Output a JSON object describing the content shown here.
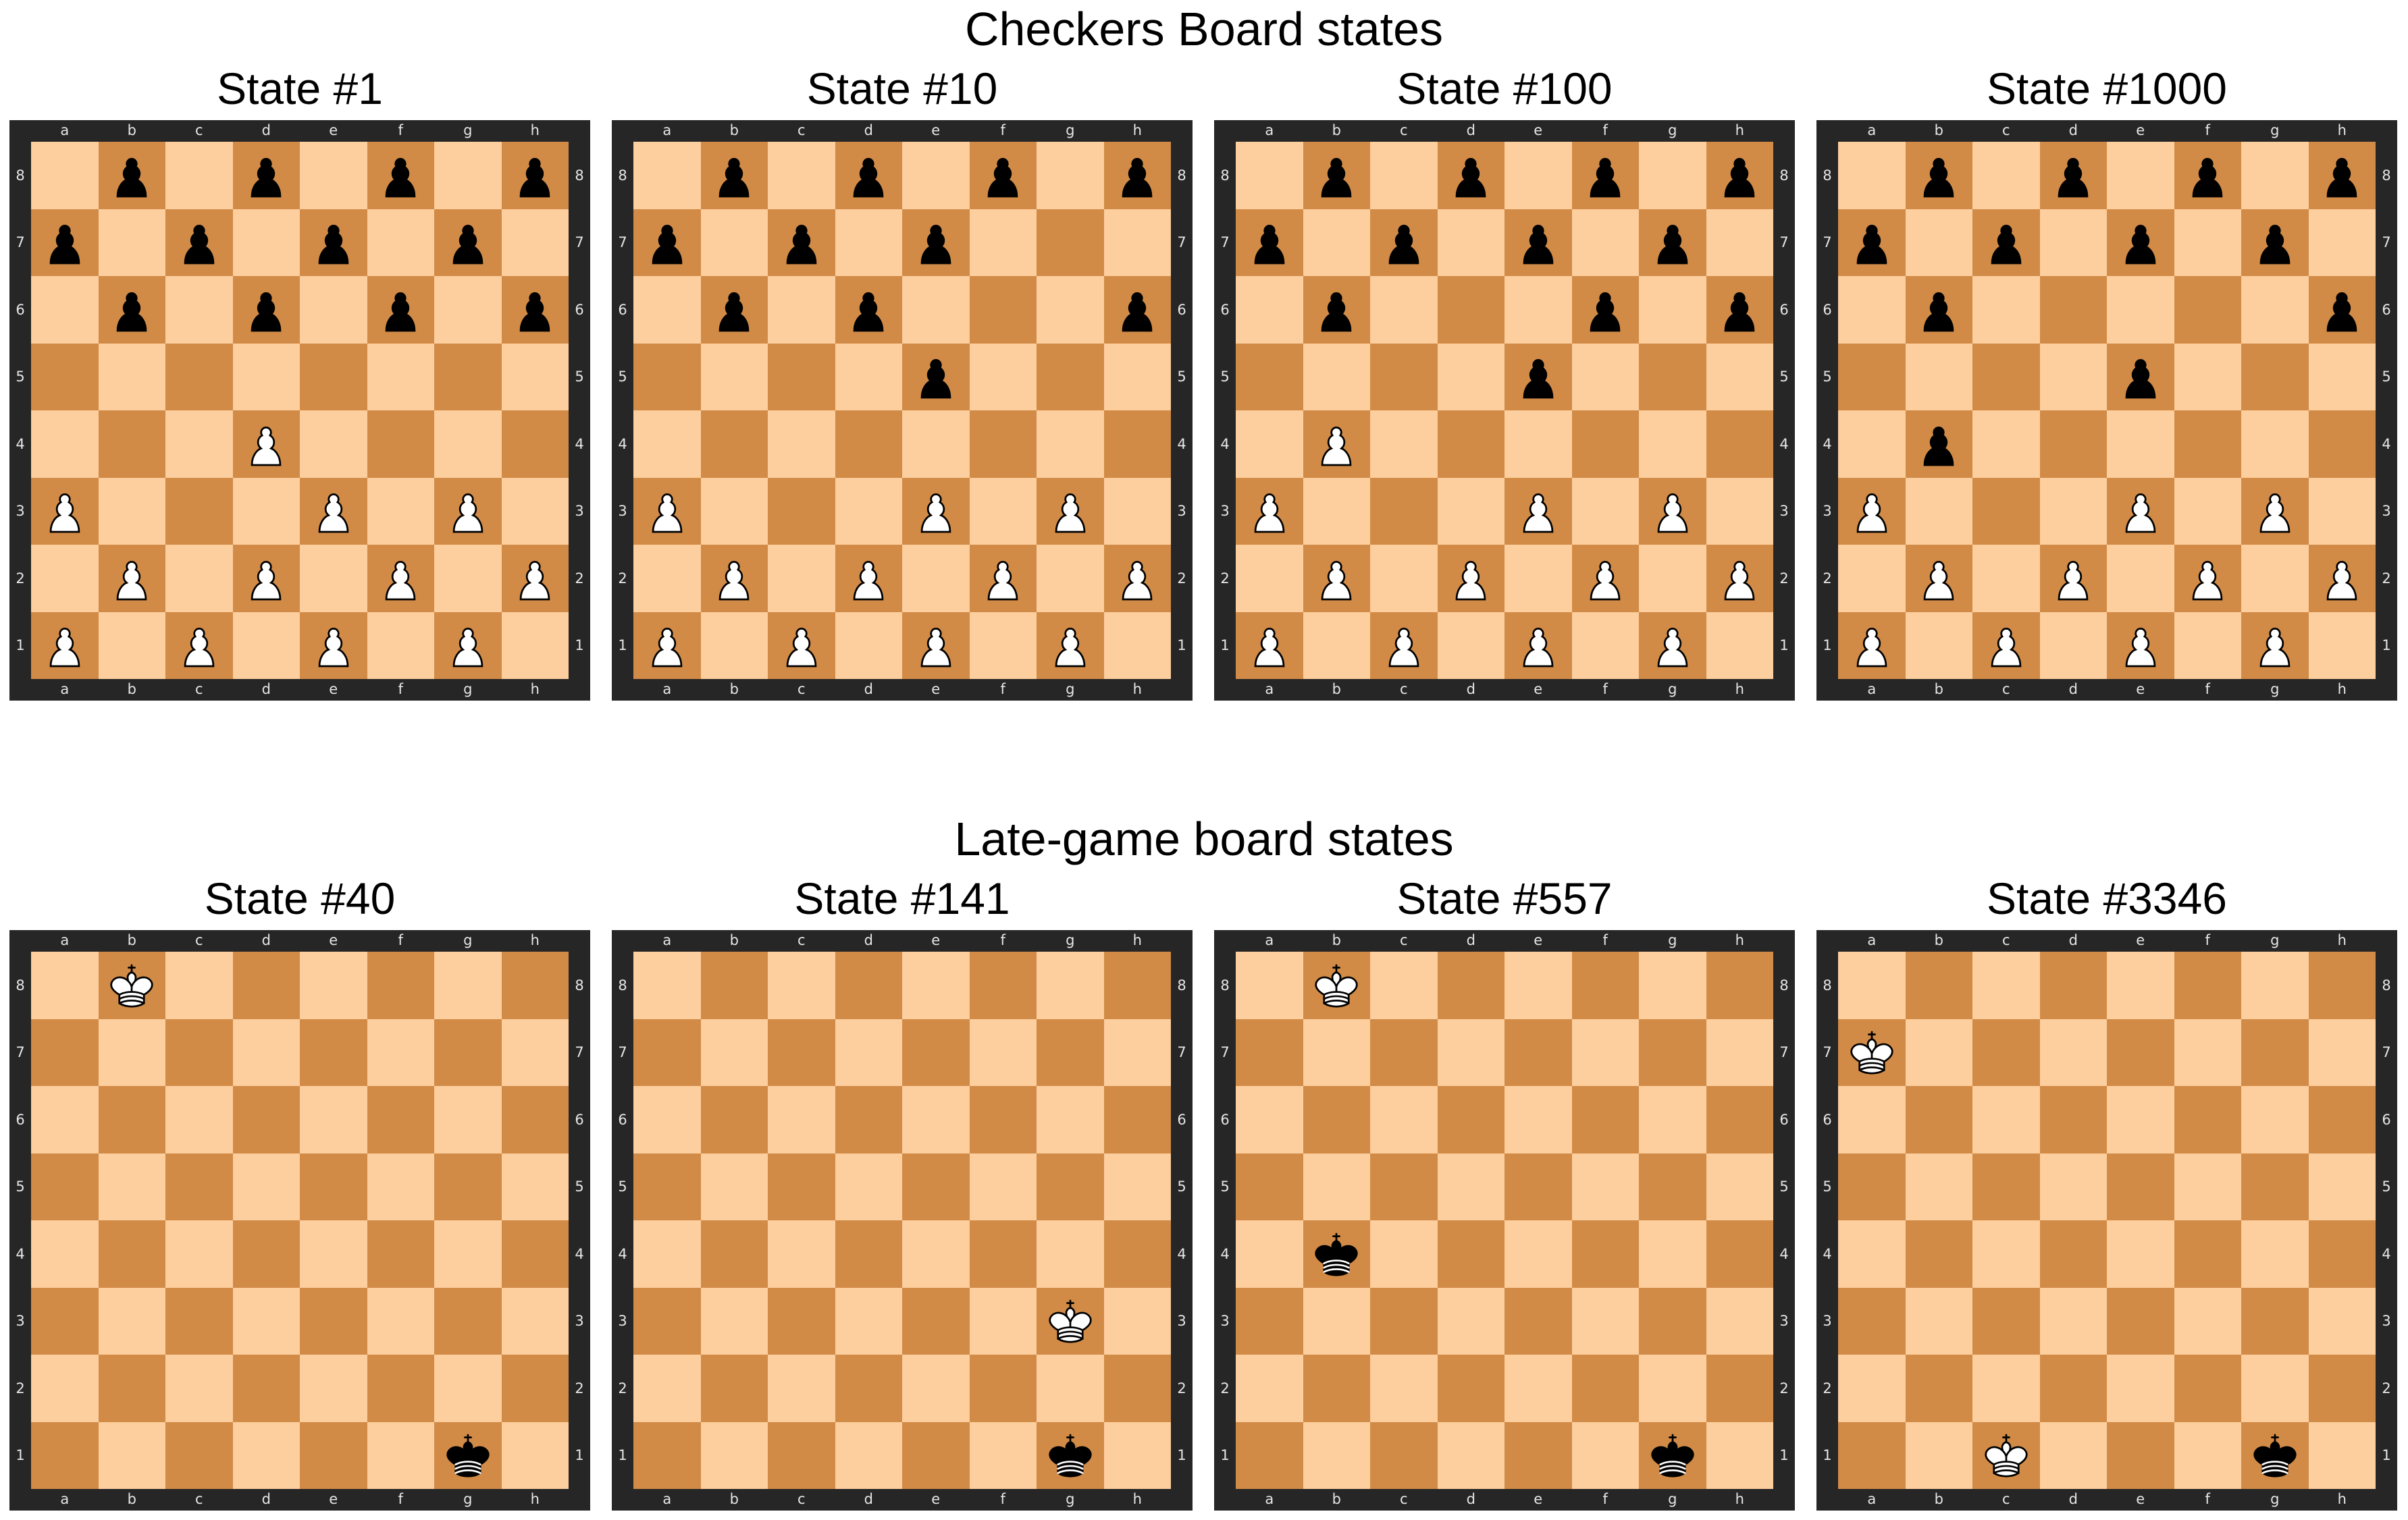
{
  "top_title": "Checkers Board states",
  "bottom_title": "Late-game board states",
  "files": [
    "a",
    "b",
    "c",
    "d",
    "e",
    "f",
    "g",
    "h"
  ],
  "ranks": [
    "8",
    "7",
    "6",
    "5",
    "4",
    "3",
    "2",
    "1"
  ],
  "colors": {
    "light_square": "#fdce9e",
    "dark_square": "#d18b47",
    "border": "#262626",
    "coordinate_text": "#e6e6e6"
  },
  "boards": [
    {
      "title": "State #1",
      "pieces": {
        "b8": "black-pawn",
        "d8": "black-pawn",
        "f8": "black-pawn",
        "h8": "black-pawn",
        "a7": "black-pawn",
        "c7": "black-pawn",
        "e7": "black-pawn",
        "g7": "black-pawn",
        "b6": "black-pawn",
        "d6": "black-pawn",
        "f6": "black-pawn",
        "h6": "black-pawn",
        "d4": "white-pawn",
        "a3": "white-pawn",
        "e3": "white-pawn",
        "g3": "white-pawn",
        "b2": "white-pawn",
        "d2": "white-pawn",
        "f2": "white-pawn",
        "h2": "white-pawn",
        "a1": "white-pawn",
        "c1": "white-pawn",
        "e1": "white-pawn",
        "g1": "white-pawn"
      }
    },
    {
      "title": "State #10",
      "pieces": {
        "b8": "black-pawn",
        "d8": "black-pawn",
        "f8": "black-pawn",
        "h8": "black-pawn",
        "a7": "black-pawn",
        "c7": "black-pawn",
        "e7": "black-pawn",
        "b6": "black-pawn",
        "d6": "black-pawn",
        "h6": "black-pawn",
        "e5": "black-pawn",
        "a3": "white-pawn",
        "e3": "white-pawn",
        "g3": "white-pawn",
        "b2": "white-pawn",
        "d2": "white-pawn",
        "f2": "white-pawn",
        "h2": "white-pawn",
        "a1": "white-pawn",
        "c1": "white-pawn",
        "e1": "white-pawn",
        "g1": "white-pawn"
      }
    },
    {
      "title": "State #100",
      "pieces": {
        "b8": "black-pawn",
        "d8": "black-pawn",
        "f8": "black-pawn",
        "h8": "black-pawn",
        "a7": "black-pawn",
        "c7": "black-pawn",
        "e7": "black-pawn",
        "g7": "black-pawn",
        "b6": "black-pawn",
        "f6": "black-pawn",
        "h6": "black-pawn",
        "e5": "black-pawn",
        "b4": "white-pawn",
        "a3": "white-pawn",
        "e3": "white-pawn",
        "g3": "white-pawn",
        "b2": "white-pawn",
        "d2": "white-pawn",
        "f2": "white-pawn",
        "h2": "white-pawn",
        "a1": "white-pawn",
        "c1": "white-pawn",
        "e1": "white-pawn",
        "g1": "white-pawn"
      }
    },
    {
      "title": "State #1000",
      "pieces": {
        "b8": "black-pawn",
        "d8": "black-pawn",
        "f8": "black-pawn",
        "h8": "black-pawn",
        "a7": "black-pawn",
        "c7": "black-pawn",
        "e7": "black-pawn",
        "g7": "black-pawn",
        "b6": "black-pawn",
        "h6": "black-pawn",
        "e5": "black-pawn",
        "b4": "black-pawn",
        "a3": "white-pawn",
        "e3": "white-pawn",
        "g3": "white-pawn",
        "b2": "white-pawn",
        "d2": "white-pawn",
        "f2": "white-pawn",
        "h2": "white-pawn",
        "a1": "white-pawn",
        "c1": "white-pawn",
        "e1": "white-pawn",
        "g1": "white-pawn"
      }
    },
    {
      "title": "State #40",
      "pieces": {
        "b8": "white-king",
        "g1": "black-king"
      }
    },
    {
      "title": "State #141",
      "pieces": {
        "g3": "white-king",
        "g1": "black-king"
      }
    },
    {
      "title": "State #557",
      "pieces": {
        "b8": "white-king",
        "b4": "black-king",
        "g1": "black-king"
      }
    },
    {
      "title": "State #3346",
      "pieces": {
        "a7": "white-king",
        "c1": "white-king",
        "g1": "black-king"
      }
    }
  ]
}
